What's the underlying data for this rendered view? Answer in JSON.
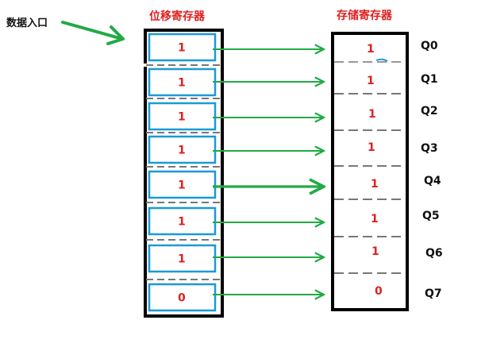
{
  "diagram": {
    "entry_label": "数据入口",
    "shift_register_title": "位移寄存器",
    "storage_register_title": "存储寄存器",
    "shift_cells": [
      "1",
      "1",
      "1",
      "1",
      "1",
      "1",
      "1",
      "0"
    ],
    "storage_cells": [
      "1",
      "1",
      "1",
      "1",
      "1",
      "1",
      "1",
      "0"
    ],
    "outputs": [
      "Q0",
      "Q1",
      "Q2",
      "Q3",
      "Q4",
      "Q5",
      "Q6",
      "Q7"
    ],
    "colors": {
      "title": "#e02020",
      "value": "#e02020",
      "arrow": "#22aa44",
      "cell_border": "#1a9ad6",
      "frame": "#000000",
      "divider": "#777777"
    }
  }
}
